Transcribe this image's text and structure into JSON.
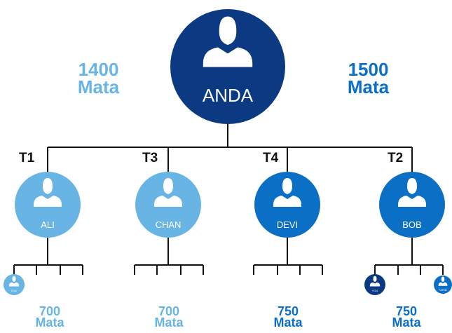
{
  "colors": {
    "root": "#0b3a82",
    "light_blue": "#67b4e5",
    "mid_blue": "#0a6fc5",
    "line": "#111111",
    "white": "#ffffff"
  },
  "root": {
    "name": "ANDA",
    "icon": "user-silhouette-icon"
  },
  "side_totals": {
    "left": {
      "value": "1400",
      "unit": "Mata",
      "color": "#67b4e5"
    },
    "right": {
      "value": "1500",
      "unit": "Mata",
      "color": "#0a6fc5"
    }
  },
  "teams": [
    {
      "label": "T1",
      "name": "ALI",
      "color": "#67b4e5",
      "total_value": "700",
      "total_unit": "Mata",
      "total_color": "#67b4e5"
    },
    {
      "label": "T3",
      "name": "CHAN",
      "color": "#67b4e5",
      "total_value": "700",
      "total_unit": "Mata",
      "total_color": "#67b4e5"
    },
    {
      "label": "T4",
      "name": "DEVI",
      "color": "#0a6fc5",
      "total_value": "750",
      "total_unit": "Mata",
      "total_color": "#0a6fc5"
    },
    {
      "label": "T2",
      "name": "BOB",
      "color": "#0a6fc5",
      "total_value": "750",
      "total_unit": "Mata",
      "total_color": "#0a6fc5"
    }
  ],
  "small_nodes": [
    {
      "name": "EVA",
      "color": "#67b4e5"
    },
    {
      "name": "YOU",
      "color": "#0b3a82"
    },
    {
      "name": "FARID",
      "color": "#0a6fc5"
    }
  ]
}
